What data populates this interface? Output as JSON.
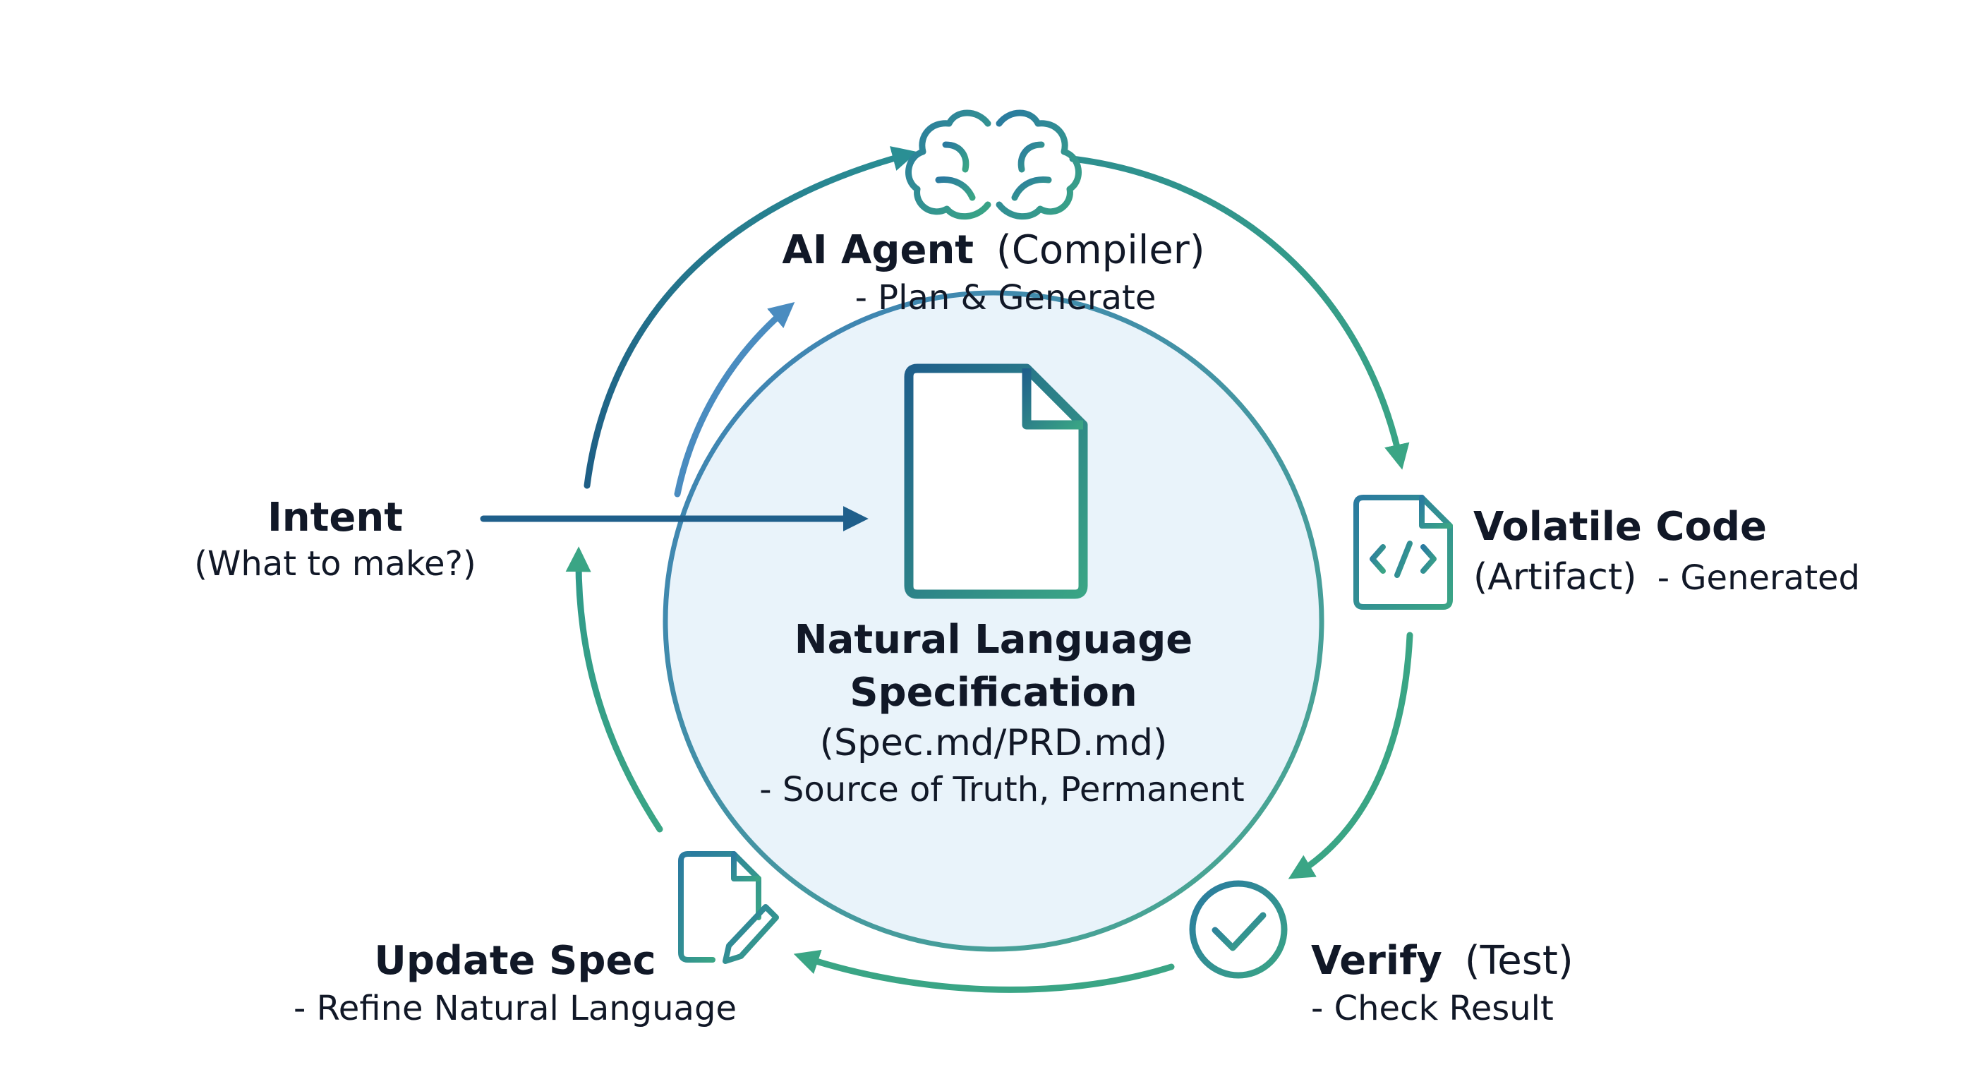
{
  "center": {
    "title_line1": "Natural Language",
    "title_line2": "Specification",
    "files": "(Spec.md/PRD.md)",
    "note": "- Source of Truth, Permanent",
    "icon": "document-icon"
  },
  "intent": {
    "title": "Intent",
    "subtitle": "(What to make?)"
  },
  "ai_agent": {
    "title_bold": "AI Agent",
    "title_paren": "(Compiler)",
    "subtitle": "- Plan & Generate",
    "icon": "brain-icon"
  },
  "volatile_code": {
    "title": "Volatile Code",
    "subtitle_paren": "(Artifact)",
    "subtitle_rest": "- Generated",
    "icon": "code-file-icon"
  },
  "verify": {
    "title_bold": "Verify",
    "title_paren": "(Test)",
    "subtitle": "- Check Result",
    "icon": "checkmark-circle-icon"
  },
  "update_spec": {
    "title": "Update Spec",
    "subtitle": "- Refine Natural Language",
    "icon": "edit-document-icon"
  },
  "colors": {
    "blue": "#1f5f8b",
    "teal": "#3aa585",
    "circle_fill": "#e9f3fa",
    "circle_stroke": "#4a8cc0",
    "text": "#111827"
  }
}
